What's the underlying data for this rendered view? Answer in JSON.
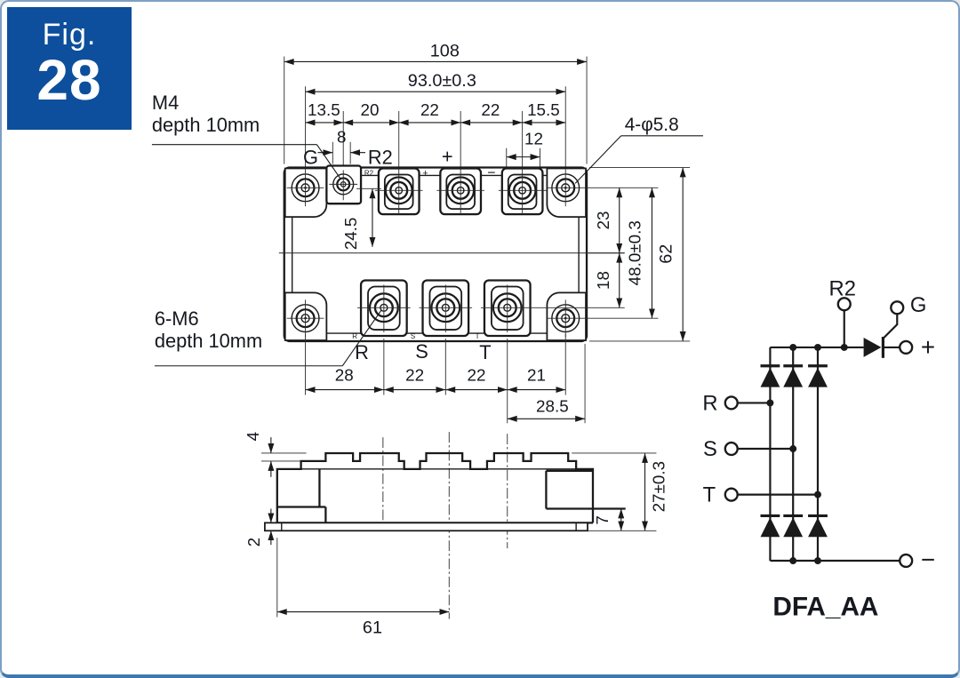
{
  "figure": {
    "label": "Fig.",
    "number": "28"
  },
  "colors": {
    "figure_box": "#0d4f9c",
    "border_blue": "#4078ad",
    "line": "#1a1a1a",
    "dim_text": "#15181f",
    "part_name": "#1a2742"
  },
  "top_view": {
    "callout_m4_line1": "M4",
    "callout_m4_line2": "depth 10mm",
    "callout_m6_line1": "6-M6",
    "callout_m6_line2": "depth 10mm",
    "callout_holes": "4-φ5.8",
    "dim_overall_width": "108",
    "dim_hole_span_width": "93.0±0.3",
    "dim_13_5": "13.5",
    "dim_20": "20",
    "dim_22_top_a": "22",
    "dim_22_top_b": "22",
    "dim_15_5": "15.5",
    "dim_8": "8",
    "dim_12": "12",
    "dim_24_5": "24.5",
    "dim_23": "23",
    "dim_18": "18",
    "dim_hole_span_height": "48.0±0.3",
    "dim_overall_height": "62",
    "dim_28": "28",
    "dim_22_bottom_a": "22",
    "dim_22_bottom_b": "22",
    "dim_21": "21",
    "dim_28_5": "28.5",
    "label_g": "G",
    "label_r2": "R2",
    "label_plus": "+",
    "mark_r2": "R2",
    "mark_plus": "+",
    "mark_minus": "−",
    "label_r": "R",
    "label_s": "S",
    "label_t": "T",
    "mark_r": "R",
    "mark_s": "S",
    "mark_t": "T"
  },
  "side_view": {
    "dim_4": "4",
    "dim_2": "2",
    "dim_7": "7",
    "dim_27": "27±0.3",
    "dim_61": "61"
  },
  "circuit": {
    "label_r2": "R2",
    "label_g": "G",
    "label_plus": "+",
    "label_minus": "−",
    "label_r": "R",
    "label_s": "S",
    "label_t": "T",
    "part_name": "DFA_AA"
  }
}
